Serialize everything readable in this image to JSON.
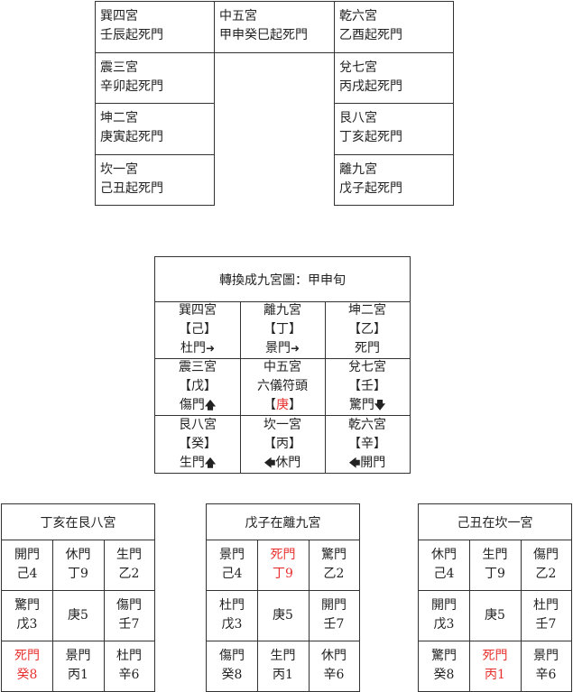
{
  "top_grid": {
    "left": [
      {
        "palace": "巽四宮",
        "text": "壬辰起死門"
      },
      {
        "palace": "震三宮",
        "text": "辛卯起死門"
      },
      {
        "palace": "坤二宮",
        "text": "庚寅起死門"
      },
      {
        "palace": "坎一宮",
        "text": "己丑起死門"
      }
    ],
    "middle": {
      "palace": "中五宮",
      "text": "甲申癸巳起死門"
    },
    "right": [
      {
        "palace": "乾六宮",
        "text": "乙酉起死門"
      },
      {
        "palace": "兌七宮",
        "text": "丙戌起死門"
      },
      {
        "palace": "艮八宮",
        "text": "丁亥起死門"
      },
      {
        "palace": "離九宮",
        "text": "戊子起死門"
      }
    ]
  },
  "nine_palace": {
    "title": "轉換成九宮圖：甲申旬",
    "cells": [
      {
        "palace": "巽四宮",
        "stem": "【己】",
        "door": "杜門",
        "arrow_after": "➜",
        "arrow_before": ""
      },
      {
        "palace": "離九宮",
        "stem": "【丁】",
        "door": "景門",
        "arrow_after": "➜",
        "arrow_before": ""
      },
      {
        "palace": "坤二宮",
        "stem": "【乙】",
        "door": "死門",
        "arrow_after": "",
        "arrow_before": ""
      },
      {
        "palace": "震三宮",
        "stem": "【戊】",
        "door": "傷門",
        "arrow_after": "🡅",
        "arrow_before": ""
      },
      {
        "palace": "中五宮",
        "stem": "六儀符頭",
        "door_open": "【",
        "door_red": "庚",
        "door_close": "】"
      },
      {
        "palace": "兌七宮",
        "stem": "【壬】",
        "door": "驚門",
        "arrow_after": "🡇",
        "arrow_before": ""
      },
      {
        "palace": "艮八宮",
        "stem": "【癸】",
        "door": "生門",
        "arrow_after": "🡅",
        "arrow_before": ""
      },
      {
        "palace": "坎一宮",
        "stem": "【丙】",
        "door": "休門",
        "arrow_after": "",
        "arrow_before": "🡄"
      },
      {
        "palace": "乾六宮",
        "stem": "【辛】",
        "door": "開門",
        "arrow_after": "",
        "arrow_before": "🡄"
      }
    ]
  },
  "charts": [
    {
      "title": "丁亥在艮八宮",
      "cells": [
        {
          "door": "開門",
          "value": "己4",
          "red": false
        },
        {
          "door": "休門",
          "value": "丁9",
          "red": false
        },
        {
          "door": "生門",
          "value": "乙2",
          "red": false
        },
        {
          "door": "驚門",
          "value": "戊3",
          "red": false
        },
        {
          "door": "",
          "value": "庚5",
          "red": false
        },
        {
          "door": "傷門",
          "value": "壬7",
          "red": false
        },
        {
          "door": "死門",
          "value": "癸8",
          "red": true
        },
        {
          "door": "景門",
          "value": "丙1",
          "red": false
        },
        {
          "door": "杜門",
          "value": "辛6",
          "red": false
        }
      ]
    },
    {
      "title": "戊子在離九宮",
      "cells": [
        {
          "door": "景門",
          "value": "己4",
          "red": false
        },
        {
          "door": "死門",
          "value": "丁9",
          "red": true
        },
        {
          "door": "驚門",
          "value": "乙2",
          "red": false
        },
        {
          "door": "杜門",
          "value": "戊3",
          "red": false
        },
        {
          "door": "",
          "value": "庚5",
          "red": false
        },
        {
          "door": "開門",
          "value": "壬7",
          "red": false
        },
        {
          "door": "傷門",
          "value": "癸8",
          "red": false
        },
        {
          "door": "生門",
          "value": "丙1",
          "red": false
        },
        {
          "door": "休門",
          "value": "辛6",
          "red": false
        }
      ]
    },
    {
      "title": "己丑在坎一宮",
      "cells": [
        {
          "door": "休門",
          "value": "己4",
          "red": false
        },
        {
          "door": "生門",
          "value": "丁9",
          "red": false
        },
        {
          "door": "傷門",
          "value": "乙2",
          "red": false
        },
        {
          "door": "開門",
          "value": "戊3",
          "red": false
        },
        {
          "door": "",
          "value": "庚5",
          "red": false
        },
        {
          "door": "杜門",
          "value": "壬7",
          "red": false
        },
        {
          "door": "驚門",
          "value": "癸8",
          "red": false
        },
        {
          "door": "死門",
          "value": "丙1",
          "red": true
        },
        {
          "door": "景門",
          "value": "辛6",
          "red": false
        }
      ]
    }
  ],
  "colors": {
    "highlight": "#e8312f",
    "border": "#333333",
    "text": "#222222"
  }
}
